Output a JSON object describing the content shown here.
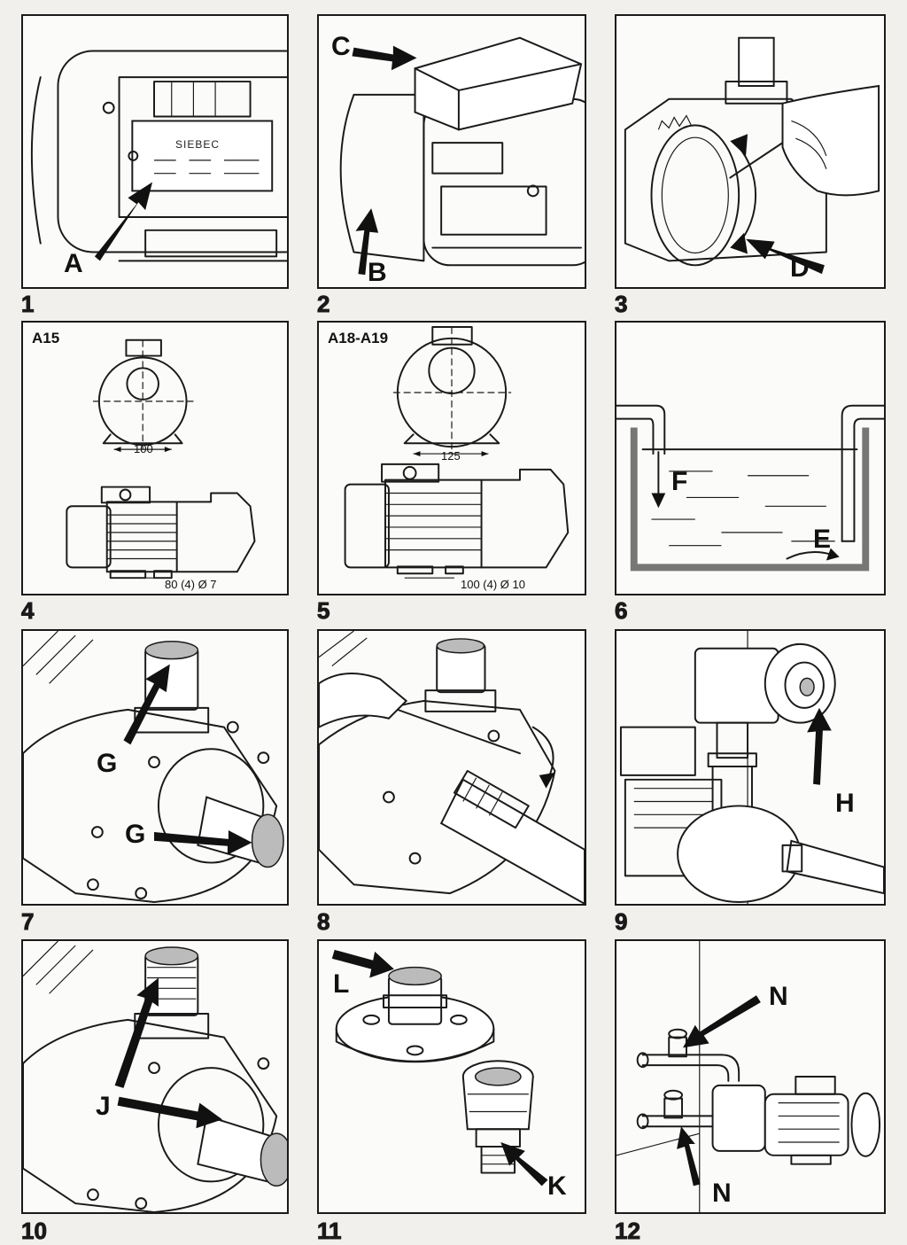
{
  "panels": [
    {
      "number": "1",
      "callouts": [
        "A"
      ],
      "brand": "SIEBEC"
    },
    {
      "number": "2",
      "callouts": [
        "C",
        "B"
      ]
    },
    {
      "number": "3",
      "callouts": [
        "D"
      ]
    },
    {
      "number": "4",
      "title": "A15",
      "dims": [
        "100",
        "80  (4) Ø 7"
      ]
    },
    {
      "number": "5",
      "title": "A18-A19",
      "dims": [
        "125",
        "100  (4) Ø 10"
      ]
    },
    {
      "number": "6",
      "callouts": [
        "F",
        "E"
      ]
    },
    {
      "number": "7",
      "callouts": [
        "G",
        "G"
      ]
    },
    {
      "number": "8",
      "callouts": []
    },
    {
      "number": "9",
      "callouts": [
        "H"
      ]
    },
    {
      "number": "10",
      "callouts": [
        "J"
      ]
    },
    {
      "number": "11",
      "callouts": [
        "L",
        "K"
      ]
    },
    {
      "number": "12",
      "callouts": [
        "N",
        "N"
      ]
    }
  ],
  "colors": {
    "ink": "#1a1a1a",
    "paper": "#fbfbf9",
    "tank_wall": "#777777"
  }
}
